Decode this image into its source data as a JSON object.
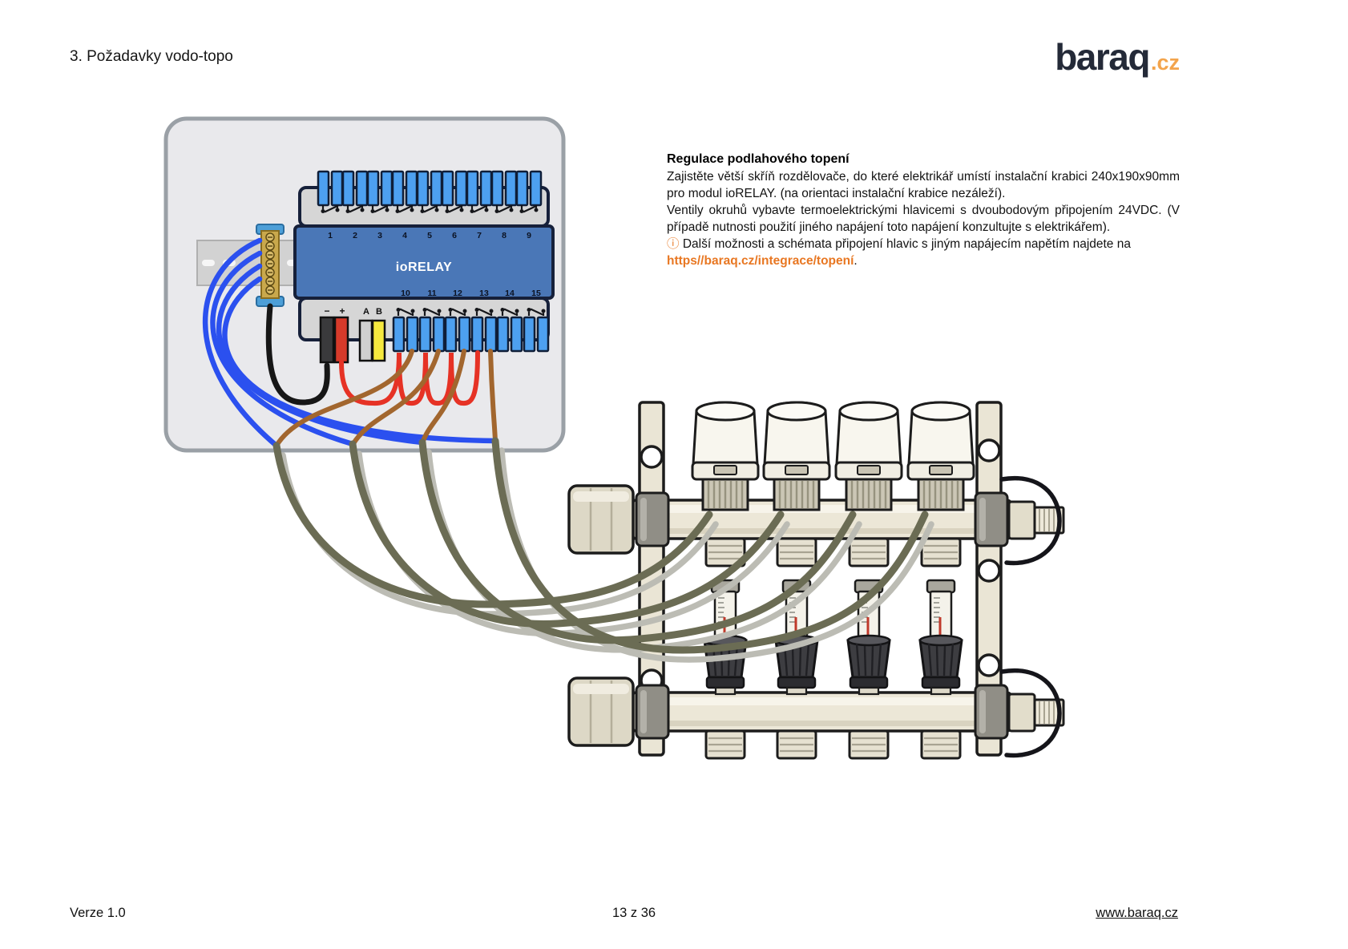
{
  "page": {
    "title": "3. Požadavky vodo-topo",
    "logo": {
      "text": "baraq",
      "suffix": ".cz"
    },
    "footer": {
      "version": "Verze 1.0",
      "page_number": "13 z 36",
      "website": "www.baraq.cz"
    }
  },
  "article": {
    "heading": "Regulace podlahového topení",
    "paragraph1": "Zajistěte větší skříň rozdělovače, do které elektrikář umístí instalační krabici 240x190x90mm pro modul ioRELAY. (na orientaci instalační krabice nezáleží).",
    "paragraph2": "Ventily okruhů vybavte termoelektrickými hlavicemi s dvoubodovým připojením 24VDC. (V případě nutnosti použití jiného napájení toto napájení konzultujte s elektrikářem).",
    "info_icon": "ⓘ",
    "info_text": "Další možnosti a schémata připojení hlavic s jiným napájecím napětím najdete na",
    "link": "https//baraq.cz/integrace/topení",
    "link_suffix": "."
  },
  "diagram": {
    "module_label": "ioRELAY",
    "terminal_minus": "−",
    "terminal_plus": "+",
    "terminal_a": "A",
    "terminal_b": "B",
    "relay_channels_top": [
      "1",
      "2",
      "3",
      "4",
      "5",
      "6",
      "7",
      "8",
      "9"
    ],
    "relay_channels_bottom": [
      "10",
      "11",
      "12",
      "13",
      "14",
      "15"
    ],
    "colors": {
      "accent_orange": "#e87722",
      "logo_dark": "#242a38",
      "logo_orange": "#f3a44c",
      "module_body": "#4a77b7",
      "terminal_blue": "#4da0f0",
      "wire_blue": "#2b50ef",
      "wire_red": "#e63225",
      "wire_brown": "#a2662e",
      "wire_black": "#161616",
      "cable_olive": "#6b6c54",
      "cable_gray": "#bcbcb4",
      "manifold_cream": "#ece7d7",
      "box_gray": "#e9e9ec"
    }
  }
}
